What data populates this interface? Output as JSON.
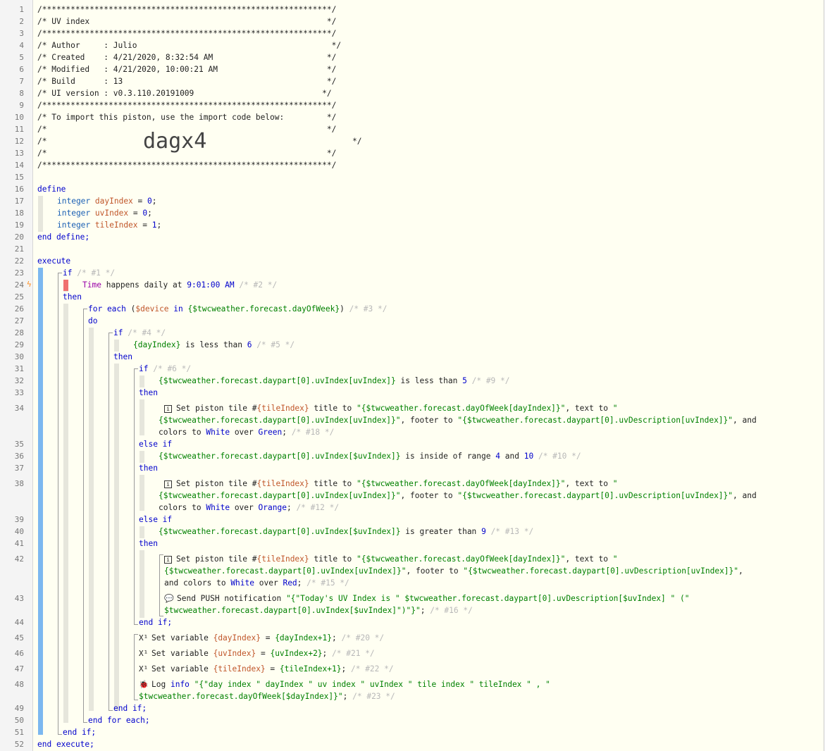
{
  "line_numbers": [
    "1",
    "2",
    "3",
    "4",
    "5",
    "6",
    "7",
    "8",
    "9",
    "10",
    "11",
    "12",
    "13",
    "14",
    "15",
    "16",
    "17",
    "18",
    "19",
    "20",
    "21",
    "22",
    "23",
    "24",
    "25",
    "26",
    "27",
    "28",
    "29",
    "30",
    "31",
    "32",
    "33",
    "34",
    "35",
    "36",
    "37",
    "38",
    "39",
    "40",
    "41",
    "42",
    "43",
    "44",
    "45",
    "46",
    "47",
    "48",
    "49",
    "50",
    "51",
    "52"
  ],
  "header": {
    "stars": "/*************************************************************/",
    "title": "/* UV index                                                  */",
    "author": "/* Author     : Julio                                         */",
    "created": "/* Created    : 4/21/2020, 8:32:54 AM                        */",
    "modified": "/* Modified   : 4/21/2020, 10:00:21 AM                       */",
    "build": "/* Build      : 13                                           */",
    "ui_version": "/* UI version : v0.3.110.20191009                           */",
    "import_note": "/* To import this piston, use the import code below:         */",
    "blank_comment": "/*                                                           */",
    "blank_open": "/*",
    "blank_close": "*/",
    "import_code": "dagx4"
  },
  "kw": {
    "define": "define",
    "end_define": "end define;",
    "execute": "execute",
    "end_execute": "end execute;",
    "integer": "integer",
    "if": "if",
    "then": "then",
    "else_if": "else if",
    "end_if": "end if;",
    "for_each": "for each",
    "do": "do",
    "end_for_each": "end for each;",
    "in": "in",
    "eq": "=",
    "semi": ";",
    "lparen": "(",
    "rparen": ")",
    "hash": "#",
    "and": "and"
  },
  "vars": {
    "day_index": "dayIndex",
    "uv_index": "uvIndex",
    "tile_index": "tileIndex",
    "day_val": "0",
    "uv_val": "0",
    "tile_val": "1",
    "device": "$device"
  },
  "comments": {
    "c1": "/* #1 */",
    "c2": "/* #2 */",
    "c3": "/* #3 */",
    "c4": "/* #4 */",
    "c5": "/* #5 */",
    "c6": "/* #6 */",
    "c9": "/* #9 */",
    "c18": "/* #18 */",
    "c10": "/* #10 */",
    "c12": "/* #12 */",
    "c13": "/* #13 */",
    "c15": "/* #15 */",
    "c16": "/* #16 */",
    "c20": "/* #20 */",
    "c21": "/* #21 */",
    "c22": "/* #22 */",
    "c23": "/* #23 */"
  },
  "trigger": {
    "time": "Time",
    "text": "happens daily at",
    "at": "9:01:00 AM"
  },
  "foreach": {
    "expr": "{$twcweather.forecast.dayOfWeek}"
  },
  "cond1": {
    "var": "{dayIndex}",
    "op": "is less than",
    "val": "6"
  },
  "cond2": {
    "expr": "{$twcweather.forecast.daypart[0].uvIndex[uvIndex]}",
    "op": "is less than",
    "val": "5"
  },
  "cond3": {
    "expr": "{$twcweather.forecast.daypart[0].uvIndex[$uvIndex]}",
    "op": "is inside of range",
    "v1": "4",
    "and": "and",
    "v2": "10"
  },
  "cond4": {
    "expr": "{$twcweather.forecast.daypart[0].uvIndex[$uvIndex]}",
    "op": "is greater than",
    "val": "9"
  },
  "tile": {
    "set_text": "Set piston tile",
    "var": "{tileIndex}",
    "title_to": "title to",
    "title_val": "\"{$twcweather.forecast.dayOfWeek[dayIndex]}\"",
    "text_to": ", text to",
    "text_open": "\"",
    "text_val": "{$twcweather.forecast.daypart[0].uvIndex[uvIndex]}\"",
    "footer_to": ", footer to",
    "footer_val": "\"{$twcweather.forecast.daypart[0].uvDescription[uvIndex]}\"",
    "and": ", and",
    "colors_to": "colors to",
    "and_colors_to": "and colors to",
    "over": "over",
    "white": "White",
    "green": "Green",
    "orange": "Orange",
    "red": "Red"
  },
  "push": {
    "label": "Send PUSH notification",
    "p1": "\"{\"Today's UV Index is \" $twcweather.forecast.daypart[0].uvDescription[$uvIndex] \" (\"",
    "p2": "$twcweather.forecast.daypart[0].uvIndex[$uvIndex]\")\"}\""
  },
  "setvar": {
    "label": "Set variable",
    "v1": "{dayIndex}",
    "e1": "{dayIndex+1}",
    "v2": "{uvIndex}",
    "e2": "{uvIndex+2}",
    "v3": "{tileIndex}",
    "e3": "{tileIndex+1}"
  },
  "log": {
    "label": "Log",
    "level": "info",
    "p1": "\"{\"day index \" dayIndex \" uv index \" uvIndex \" tile index \" tileIndex \" , \"",
    "p2": "$twcweather.forecast.dayOfWeek[$dayIndex]}\""
  },
  "icons": {
    "variable": "X¹",
    "info": "i",
    "comment": "💬",
    "bug": "🐞"
  },
  "colors": {
    "background": "#fffff2",
    "gutter": "#f4f4f4",
    "keyword": "#0000cc",
    "string": "#008000",
    "variable": "#c0562a",
    "comment": "#b8b8b8",
    "trigger": "#9a00a8",
    "band_outer": "#7cb8f0",
    "band_inner": "#e6e6dc",
    "trigger_marker": "#f07070"
  }
}
